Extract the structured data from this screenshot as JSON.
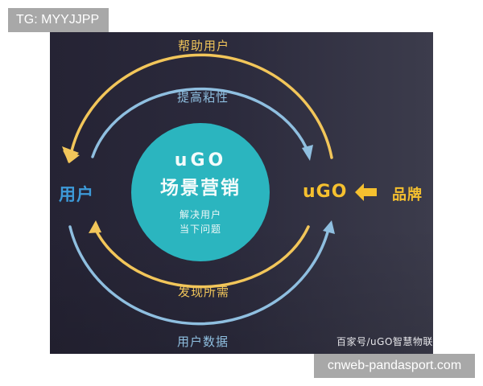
{
  "watermarks": {
    "top_left": "TG: MYYJJPP",
    "bottom_right": "cnweb-pandasport.com"
  },
  "diagram": {
    "center": {
      "title": "uGO",
      "subtitle": "场景营销",
      "description_line1": "解决用户",
      "description_line2": "当下问题",
      "color": "#2bb5bf"
    },
    "nodes": {
      "left": {
        "label": "用户",
        "color": "#3d9ad9"
      },
      "right": {
        "label": "uGO",
        "color": "#f5c02f"
      },
      "far_right": {
        "label": "品牌",
        "color": "#f5c02f"
      }
    },
    "input_arrow": {
      "icon": "left-arrow-icon",
      "from": "品牌",
      "to": "uGO",
      "color": "#f5c02f"
    },
    "arcs": [
      {
        "id": "outer-top",
        "label": "帮助用户",
        "color": "#f2c65a",
        "from": "uGO",
        "to": "用户",
        "direction": "counter-clockwise over top"
      },
      {
        "id": "inner-top",
        "label": "提高粘性",
        "color": "#8fbfe0",
        "from": "用户",
        "to": "uGO",
        "direction": "clockwise over top"
      },
      {
        "id": "inner-bottom",
        "label": "发现所需",
        "color": "#f2c65a",
        "from": "uGO",
        "to": "用户",
        "direction": "clockwise under bottom"
      },
      {
        "id": "outer-bottom",
        "label": "用户数据",
        "color": "#8fbfe0",
        "from": "用户",
        "to": "uGO",
        "direction": "counter-clockwise under bottom"
      }
    ],
    "credit": "百家号/uGO智慧物联"
  },
  "colors": {
    "panel_bg_left": "#252334",
    "panel_bg_right": "#3c3c4c",
    "gold": "#f2c65a",
    "blue": "#8fbfe0",
    "teal": "#2bb5bf",
    "watermark_bg": "#a8a8a8"
  }
}
